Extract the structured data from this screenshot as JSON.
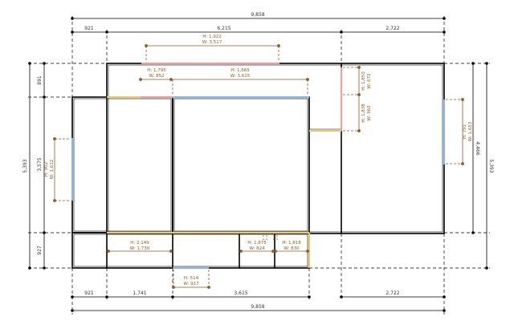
{
  "colors": {
    "wall": "#000000",
    "dimension": "#000000",
    "annotation": "#8a5a2b",
    "window_blue": "#8fb6dd",
    "window_red": "#e8a0a0",
    "window_yellow": "#e6cc70",
    "background": "#ffffff"
  },
  "dimensions": {
    "top_total": "9,858",
    "top_left": "921",
    "top_mid": "6,215",
    "top_right": "2,722",
    "bottom_left": "921",
    "bottom_b": "1,741",
    "bottom_c": "3,615",
    "bottom_right": "2,722",
    "bottom_total": "9,858",
    "left_total": "5,393",
    "left_upper": "891",
    "left_mid": "3,575",
    "left_lower": "927",
    "right_total": "5,393",
    "right_inner": "4,466"
  },
  "annotations": [
    {
      "h": "H: 1,922",
      "w": "W: 3,517"
    },
    {
      "h": "H: 1,795",
      "w": "W: 852"
    },
    {
      "h": "H: 1,665",
      "w": "W: 3,615"
    },
    {
      "h": "H: 1,850",
      "w": "W: 672"
    },
    {
      "h": "H: 1,838",
      "w": "W: 960"
    },
    {
      "h": "H: 791",
      "w": "W: 1,653"
    },
    {
      "h": "H: 902",
      "w": "W: 1,612"
    },
    {
      "h": "H: 2,149",
      "w": "W: 1,730"
    },
    {
      "h": "H: 1,875",
      "w": "W: 824"
    },
    {
      "h": "H: 1,818",
      "w": "W: 830"
    },
    {
      "h": "H: 514",
      "w": "W: 917"
    }
  ]
}
